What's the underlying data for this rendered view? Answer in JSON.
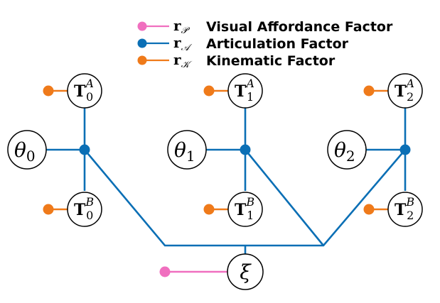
{
  "colors": {
    "visual_affordance": "#f06fbf",
    "articulation": "#0b6fb5",
    "kinematic": "#ef7a1a",
    "node_stroke": "#000000",
    "background": "#ffffff"
  },
  "legend": [
    {
      "symbol_base": "r",
      "symbol_sub": "𝒫",
      "label": "Visual Affordance Factor",
      "color_key": "visual_affordance"
    },
    {
      "symbol_base": "r",
      "symbol_sub": "𝒜",
      "label": "Articulation Factor",
      "color_key": "articulation"
    },
    {
      "symbol_base": "r",
      "symbol_sub": "𝒦",
      "label": "Kinematic Factor",
      "color_key": "kinematic"
    }
  ],
  "nodes": {
    "T0A": {
      "base": "T",
      "sub": "0",
      "sup": "A"
    },
    "T0B": {
      "base": "T",
      "sub": "0",
      "sup": "B"
    },
    "T1A": {
      "base": "T",
      "sub": "1",
      "sup": "A"
    },
    "T1B": {
      "base": "T",
      "sub": "1",
      "sup": "B"
    },
    "T2A": {
      "base": "T",
      "sub": "2",
      "sup": "A"
    },
    "T2B": {
      "base": "T",
      "sub": "2",
      "sup": "B"
    },
    "theta0": {
      "base": "θ",
      "sub": "0"
    },
    "theta1": {
      "base": "θ",
      "sub": "1"
    },
    "theta2": {
      "base": "θ",
      "sub": "2"
    },
    "xi": {
      "base": "ξ"
    }
  }
}
